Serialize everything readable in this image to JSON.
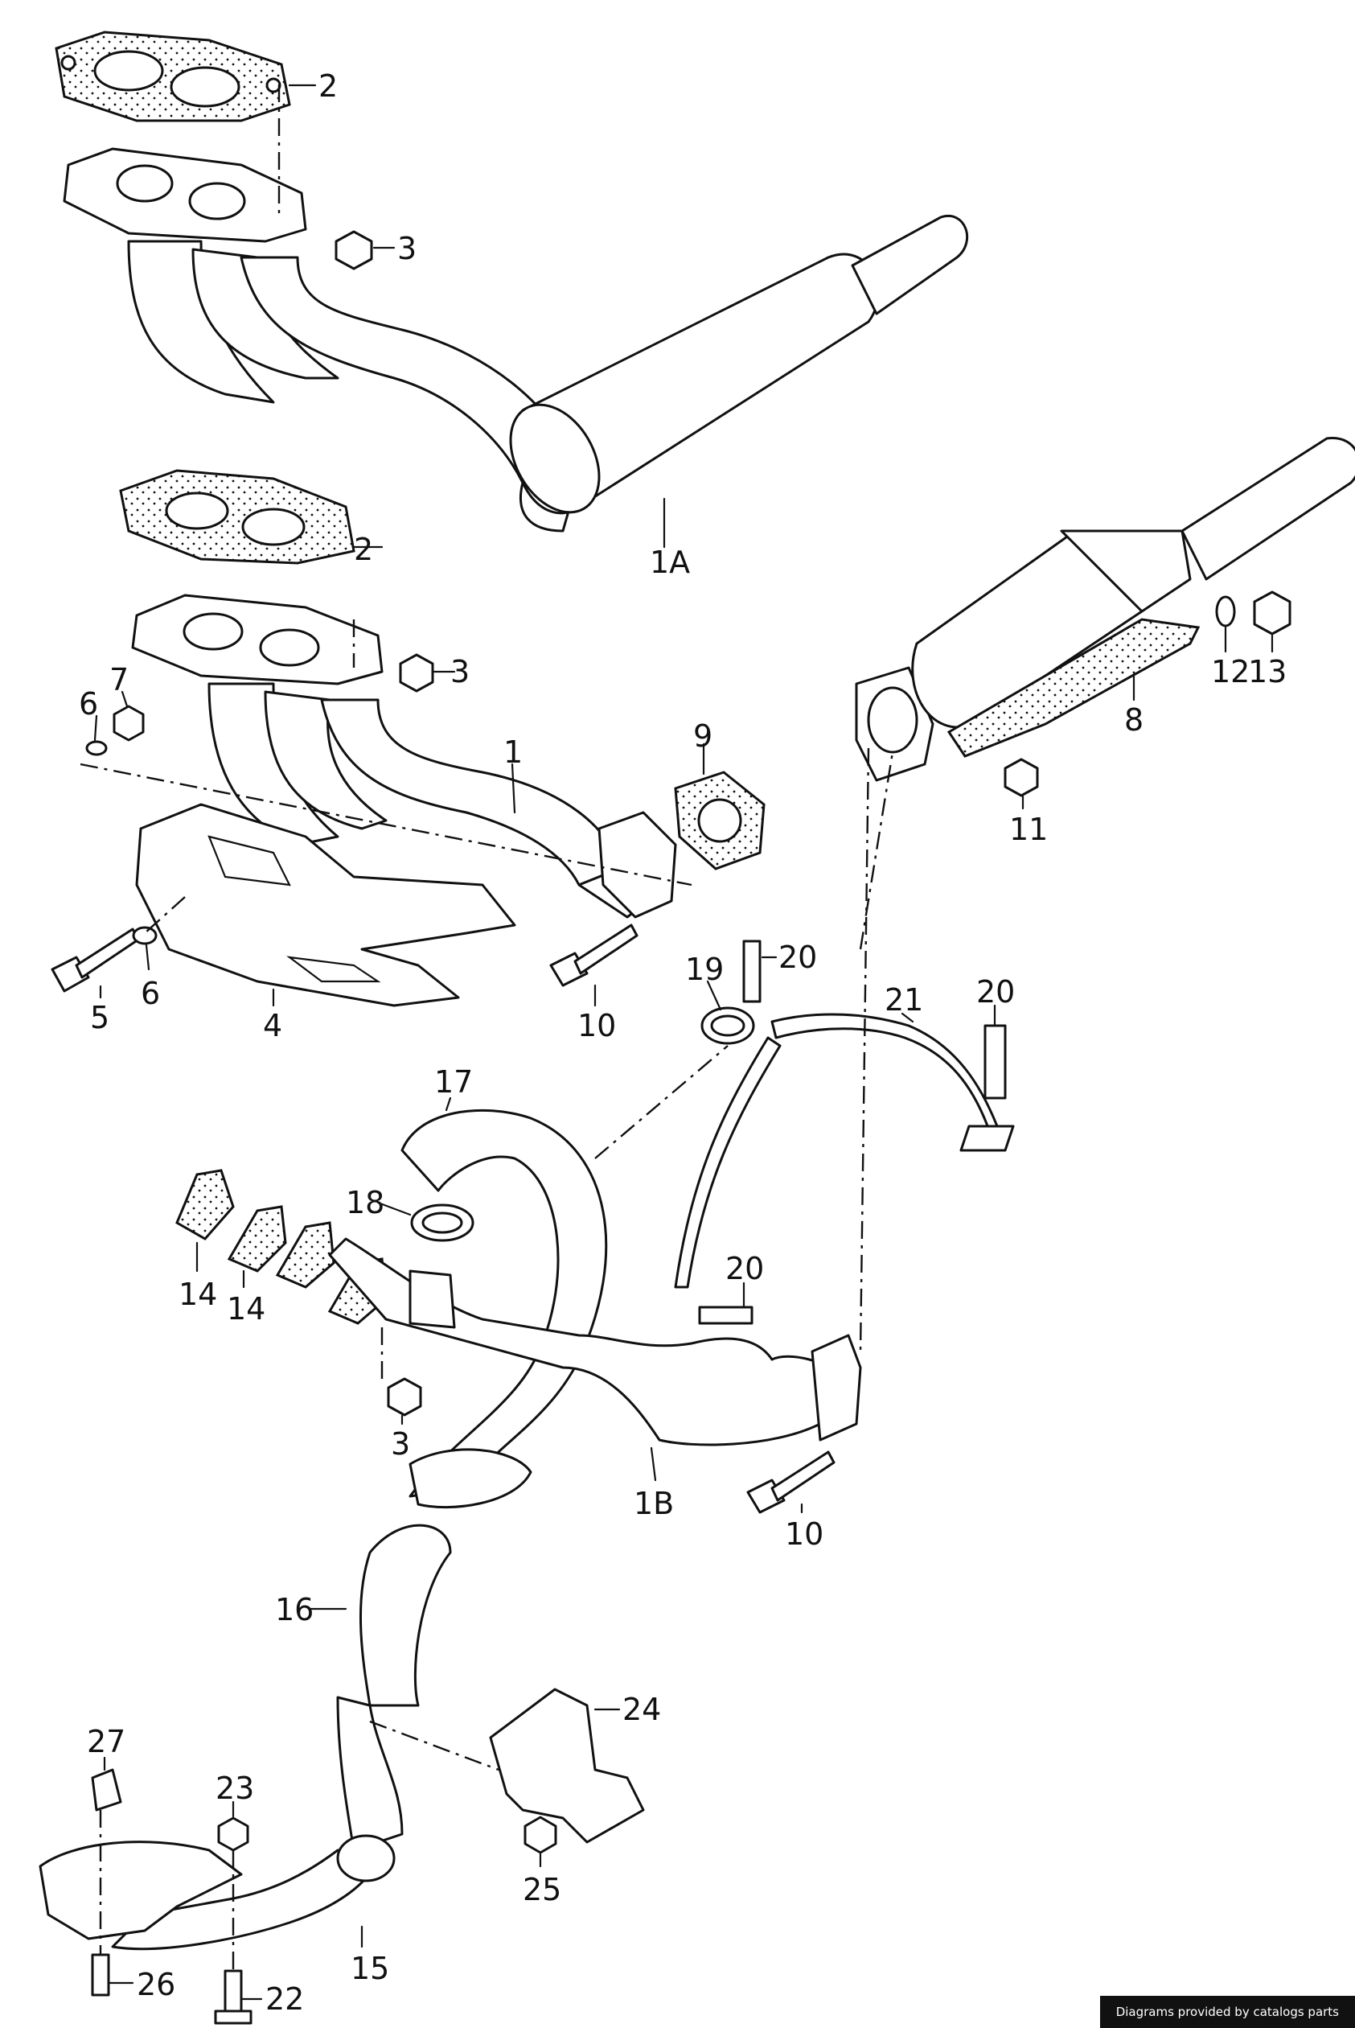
{
  "callouts": [
    {
      "id": "c-2a",
      "text": "2"
    },
    {
      "id": "c-3a",
      "text": "3"
    },
    {
      "id": "c-1A",
      "text": "1A"
    },
    {
      "id": "c-2b",
      "text": "2"
    },
    {
      "id": "c-3b",
      "text": "3"
    },
    {
      "id": "c-12",
      "text": "12"
    },
    {
      "id": "c-13",
      "text": "13"
    },
    {
      "id": "c-6a",
      "text": "6"
    },
    {
      "id": "c-7",
      "text": "7"
    },
    {
      "id": "c-1",
      "text": "1"
    },
    {
      "id": "c-9",
      "text": "9"
    },
    {
      "id": "c-8",
      "text": "8"
    },
    {
      "id": "c-11",
      "text": "11"
    },
    {
      "id": "c-20a",
      "text": "20"
    },
    {
      "id": "c-19",
      "text": "19"
    },
    {
      "id": "c-21",
      "text": "21"
    },
    {
      "id": "c-20b",
      "text": "20"
    },
    {
      "id": "c-5",
      "text": "5"
    },
    {
      "id": "c-6b",
      "text": "6"
    },
    {
      "id": "c-4",
      "text": "4"
    },
    {
      "id": "c-10a",
      "text": "10"
    },
    {
      "id": "c-17",
      "text": "17"
    },
    {
      "id": "c-18",
      "text": "18"
    },
    {
      "id": "c-14a",
      "text": "14"
    },
    {
      "id": "c-14b",
      "text": "14"
    },
    {
      "id": "c-20c",
      "text": "20"
    },
    {
      "id": "c-3c",
      "text": "3"
    },
    {
      "id": "c-1B",
      "text": "1B"
    },
    {
      "id": "c-10b",
      "text": "10"
    },
    {
      "id": "c-16",
      "text": "16"
    },
    {
      "id": "c-24",
      "text": "24"
    },
    {
      "id": "c-27",
      "text": "27"
    },
    {
      "id": "c-23",
      "text": "23"
    },
    {
      "id": "c-25",
      "text": "25"
    },
    {
      "id": "c-15",
      "text": "15"
    },
    {
      "id": "c-26",
      "text": "26"
    },
    {
      "id": "c-22",
      "text": "22"
    }
  ],
  "footer": {
    "credit": "Diagrams provided by catalogs parts"
  }
}
